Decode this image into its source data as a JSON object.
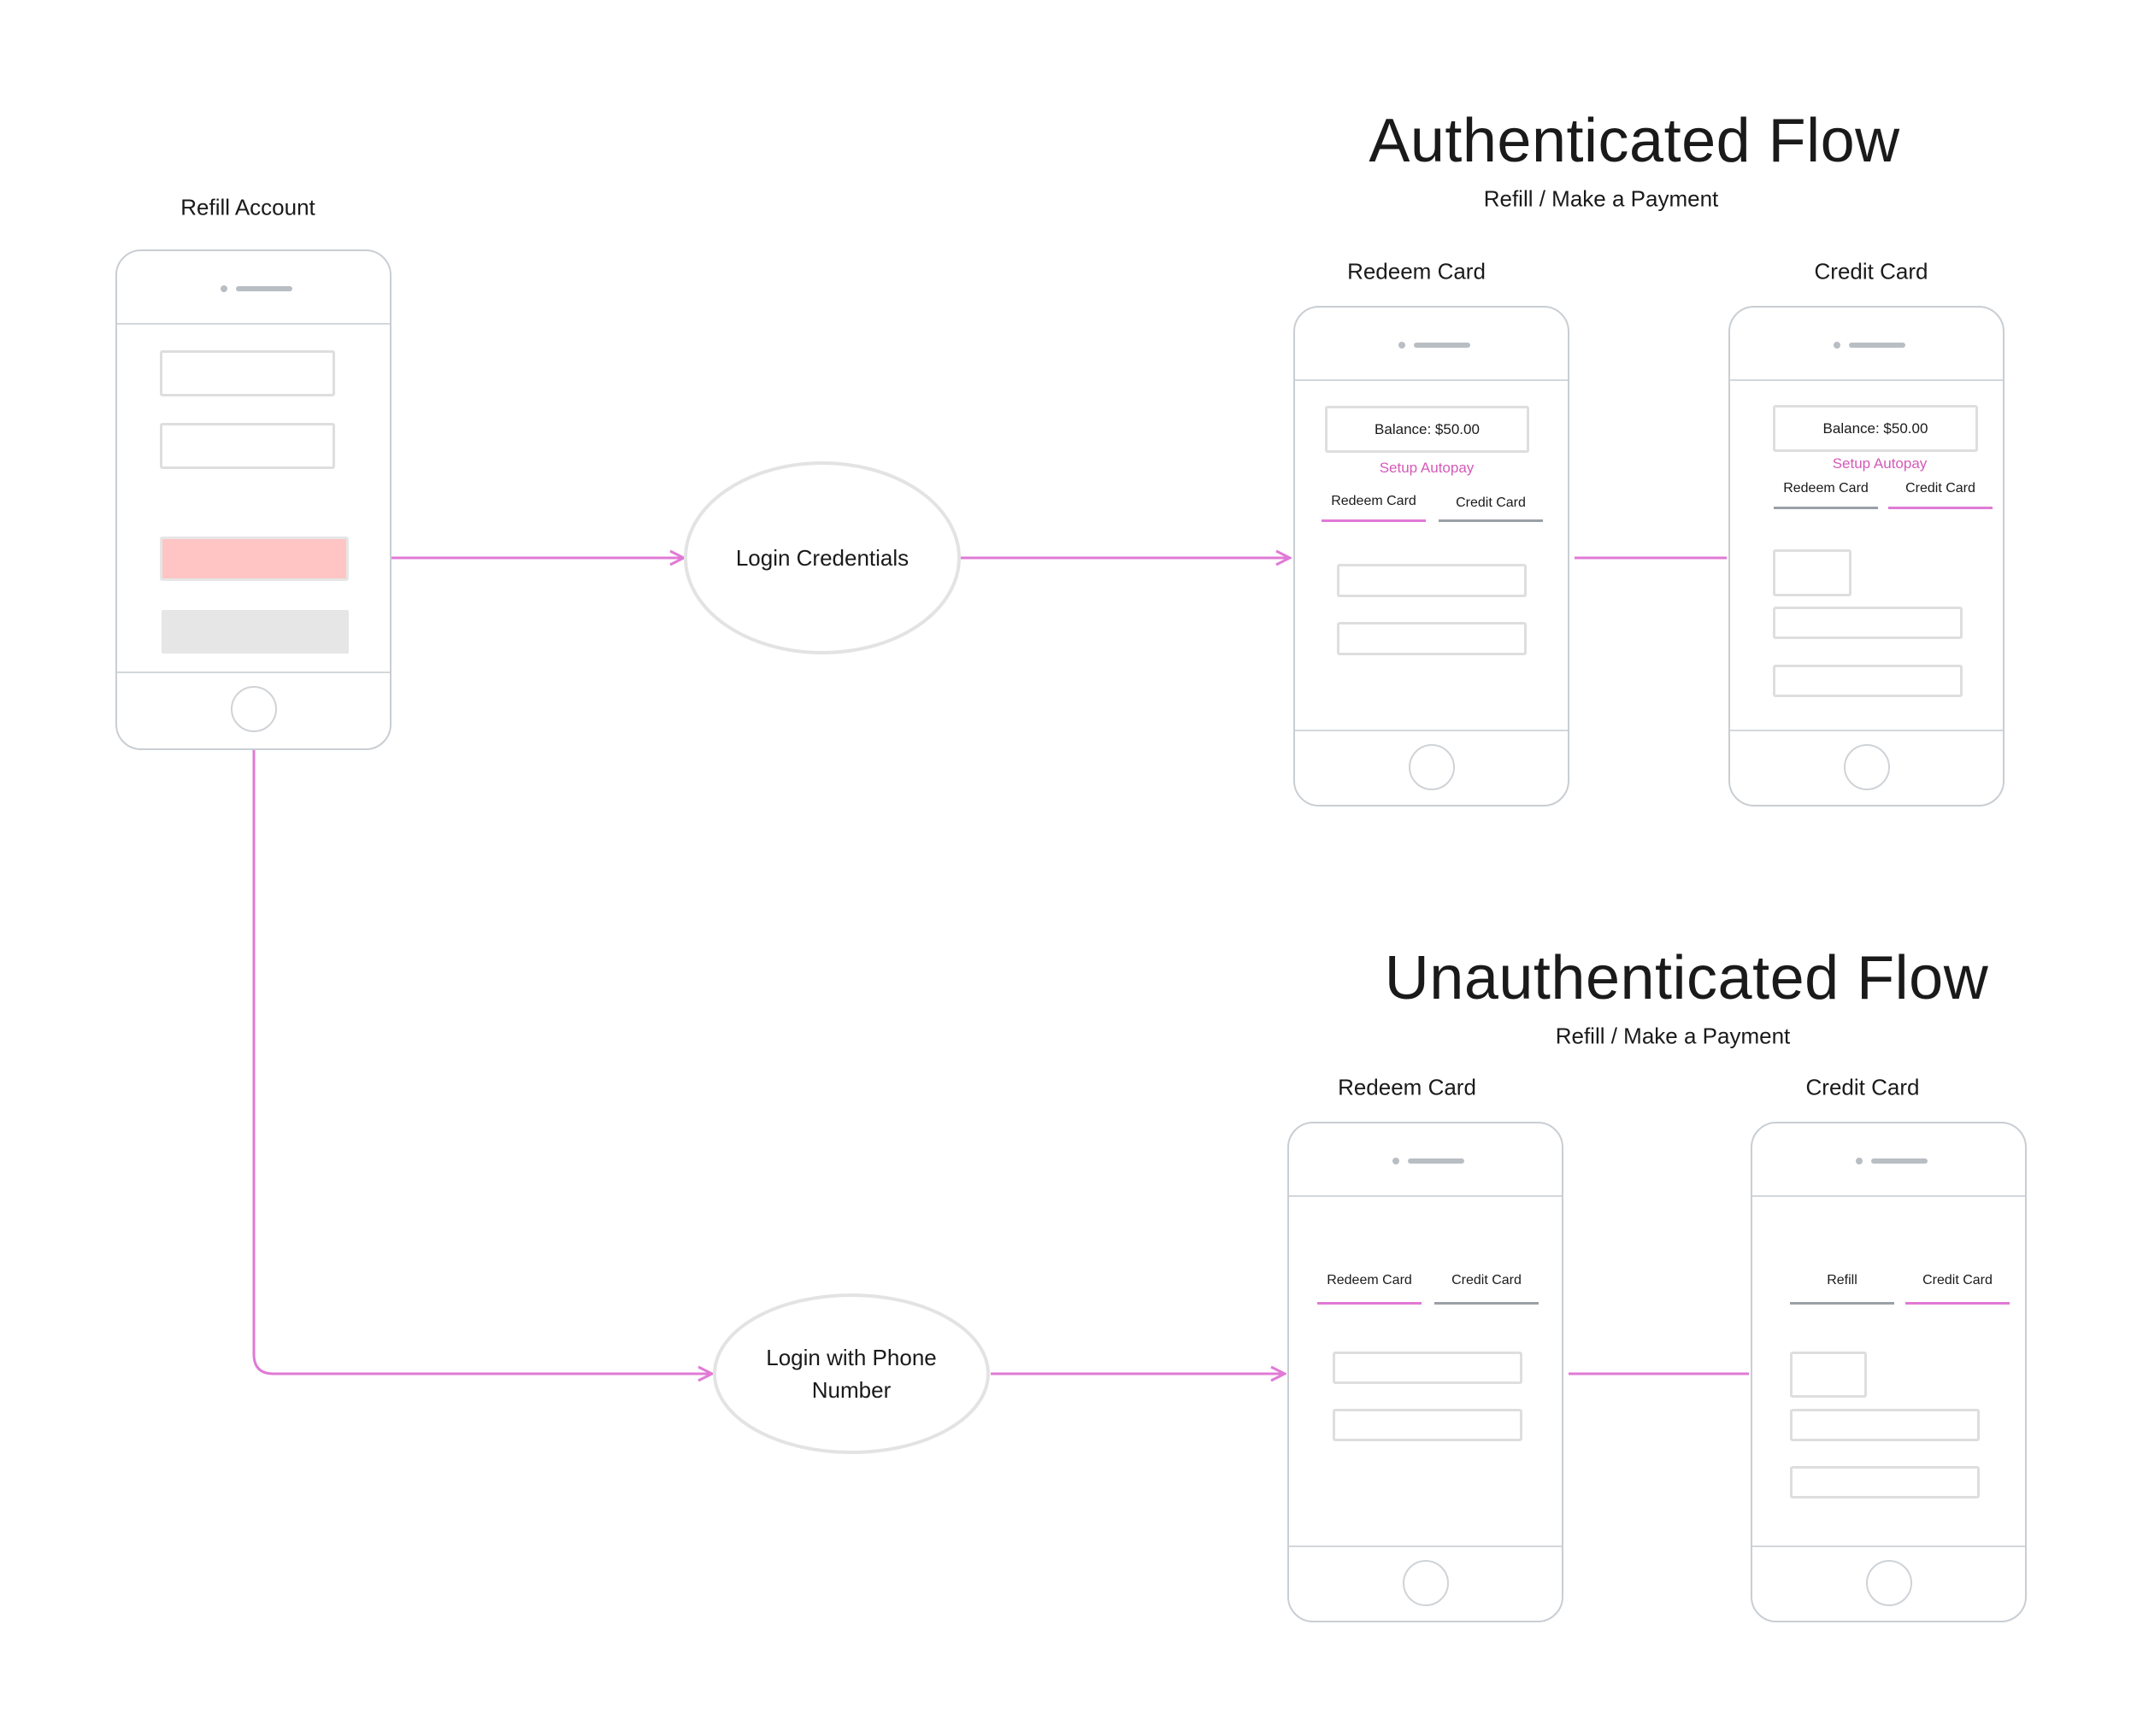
{
  "colors": {
    "connector": "#e07ad6",
    "accent_text": "#d45ab8",
    "primary_button": "#ffc4c4",
    "secondary_button": "#e6e6e6",
    "outline": "#c9ced3"
  },
  "start": {
    "label": "Refill Account"
  },
  "nodes": {
    "login_credentials": "Login Credentials",
    "login_phone_line1": "Login with Phone",
    "login_phone_line2": "Number"
  },
  "authenticated": {
    "title": "Authenticated Flow",
    "subtitle": "Refill / Make a Payment",
    "redeem": {
      "label": "Redeem Card",
      "balance": "Balance: $50.00",
      "autopay": "Setup Autopay",
      "tab1": "Redeem Card",
      "tab2": "Credit Card"
    },
    "credit": {
      "label": "Credit Card",
      "balance": "Balance: $50.00",
      "autopay": "Setup Autopay",
      "tab1": "Redeem Card",
      "tab2": "Credit Card"
    }
  },
  "unauthenticated": {
    "title": "Unauthenticated Flow",
    "subtitle": "Refill / Make a Payment",
    "redeem": {
      "label": "Redeem Card",
      "tab1": "Redeem Card",
      "tab2": "Credit Card"
    },
    "credit": {
      "label": "Credit Card",
      "tab1": "Refill",
      "tab2": "Credit Card"
    }
  }
}
